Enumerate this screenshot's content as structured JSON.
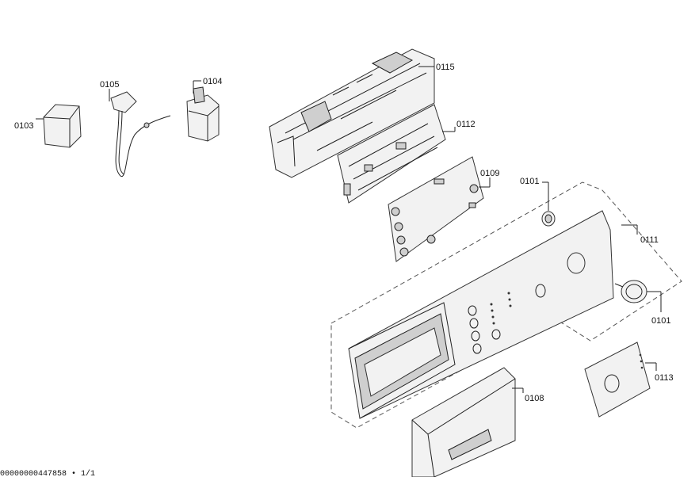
{
  "callouts": {
    "p0103": "0103",
    "p0105": "0105",
    "p0104": "0104",
    "p0115": "0115",
    "p0112": "0112",
    "p0109": "0109",
    "p0101_knob_top": "0101",
    "p0111": "0111",
    "p0101_knob_right": "0101",
    "p0108": "0108",
    "p0113": "0113"
  },
  "footer": "00000000447858 • 1/1"
}
